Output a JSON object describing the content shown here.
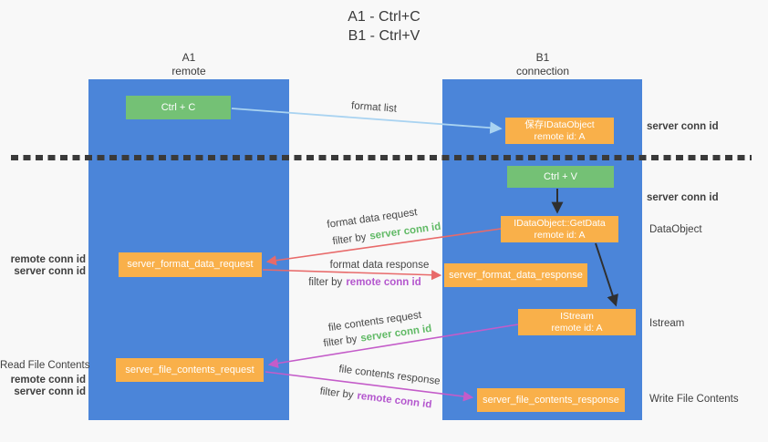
{
  "title": {
    "line1": "A1 - Ctrl+C",
    "line2": "B1 - Ctrl+V"
  },
  "lifelines": {
    "left": {
      "name": "A1",
      "role": "remote"
    },
    "right": {
      "name": "B1",
      "role": "connection"
    }
  },
  "nodes": {
    "ctrl_c": {
      "label": "Ctrl + C"
    },
    "save_dataobject": {
      "line1": "保存IDataObject",
      "line2": "remote id: A"
    },
    "ctrl_v": {
      "label": "Ctrl + V"
    },
    "getdata": {
      "line1": "IDataObject::GetData",
      "line2": "remote id: A"
    },
    "format_request": {
      "label": "server_format_data_request"
    },
    "format_response": {
      "label": "server_format_data_response"
    },
    "istream": {
      "line1": "IStream",
      "line2": "remote id: A"
    },
    "file_request": {
      "label": "server_file_contents_request"
    },
    "file_response": {
      "label": "server_file_contents_response"
    }
  },
  "edge_labels": {
    "format_list": "format list",
    "format_data_request": "format data request",
    "format_data_response": "format data response",
    "file_contents_request": "file contents request",
    "file_contents_response": "file contents response",
    "filter_by": "filter by",
    "server_conn_id": "server conn id",
    "remote_conn_id": "remote conn id"
  },
  "annotations": {
    "left": {
      "remote_conn_id_1": "remote conn id",
      "server_conn_id_1": "server conn id",
      "read_file_contents": "Read File Contents",
      "remote_conn_id_2": "remote conn id",
      "server_conn_id_2": "server conn id"
    },
    "right": {
      "server_conn_id_1": "server conn id",
      "server_conn_id_2": "server conn id",
      "dataobject": "DataObject",
      "istream": "Istream",
      "write_file_contents": "Write File Contents"
    }
  },
  "colors": {
    "lifeline_blue": "#4b85d9",
    "node_green": "#74c175",
    "node_orange": "#f9b04a",
    "conn_id_green": "#61ba66",
    "conn_id_purple": "#b457ce",
    "arrow_red": "#e86a6a",
    "arrow_magenta": "#c45cc9",
    "arrow_lightblue": "#a9d3f1",
    "arrow_black": "#2f2f2f",
    "divider_dark": "#3a3a3a"
  }
}
